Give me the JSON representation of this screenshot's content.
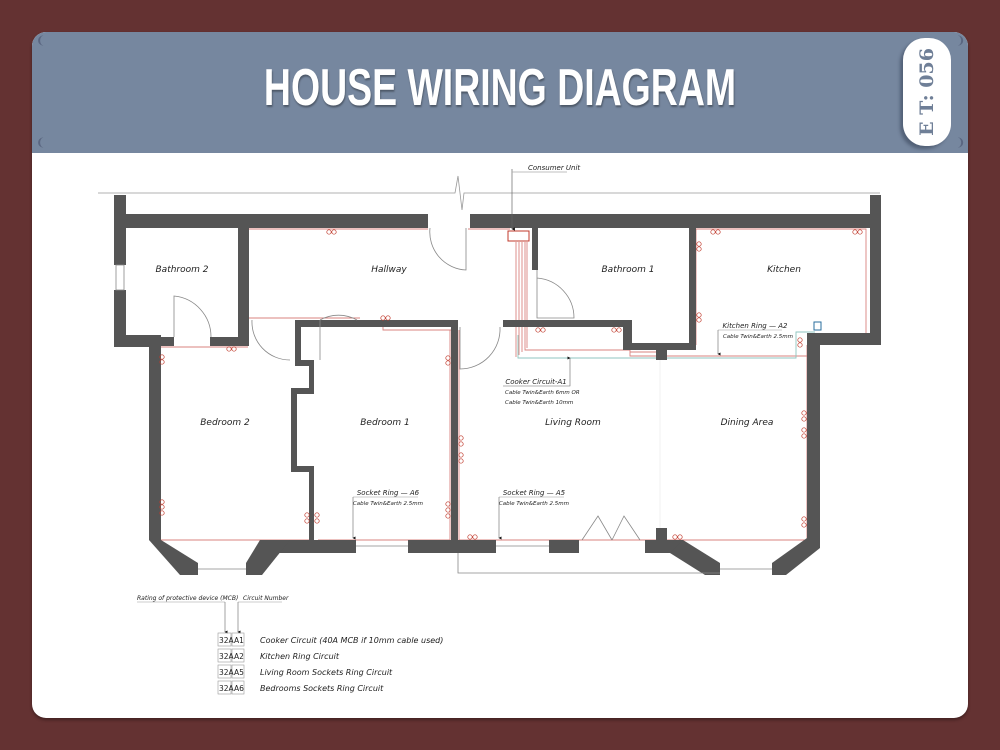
{
  "header": {
    "title": "HOUSE WIRING DIAGRAM",
    "badge": "E T: 056"
  },
  "colors": {
    "background": "#643232",
    "header": "#76879f",
    "wall": "#555555",
    "wire": "#d9837f",
    "wire_alt": "#8fc6c0",
    "badge_text": "#6f7f97"
  },
  "rooms": {
    "bathroom2": "Bathroom 2",
    "hallway": "Hallway",
    "bathroom1": "Bathroom 1",
    "kitchen": "Kitchen",
    "bedroom2": "Bedroom 2",
    "bedroom1": "Bedroom 1",
    "living_room": "Living Room",
    "dining_area": "Dining Area"
  },
  "annotations": {
    "consumer_unit": "Consumer Unit",
    "kitchen_ring": {
      "title": "Kitchen Ring — A2",
      "cable": "Cable Twin&Earth 2.5mm"
    },
    "cooker_circuit": {
      "title": "Cooker Circuit-A1",
      "cable1": "Cable Twin&Earth 6mm OR",
      "cable2": "Cable Twin&Earth 10mm"
    },
    "socket_ring_a6": {
      "title": "Socket Ring — A6",
      "cable": "Cable Twin&Earth 2.5mm"
    },
    "socket_ring_a5": {
      "title": "Socket Ring — A5",
      "cable": "Cable Twin&Earth 2.5mm"
    }
  },
  "legend": {
    "rating_label": "Rating of protective device (MCB)",
    "circuit_label": "Circuit Number",
    "rows": [
      {
        "rating": "32A",
        "circuit": "A1",
        "description": "Cooker Circuit (40A MCB if 10mm cable used)"
      },
      {
        "rating": "32A",
        "circuit": "A2",
        "description": "Kitchen Ring Circuit"
      },
      {
        "rating": "32A",
        "circuit": "A5",
        "description": "Living Room Sockets Ring Circuit"
      },
      {
        "rating": "32A",
        "circuit": "A6",
        "description": "Bedrooms Sockets Ring Circuit"
      }
    ]
  }
}
